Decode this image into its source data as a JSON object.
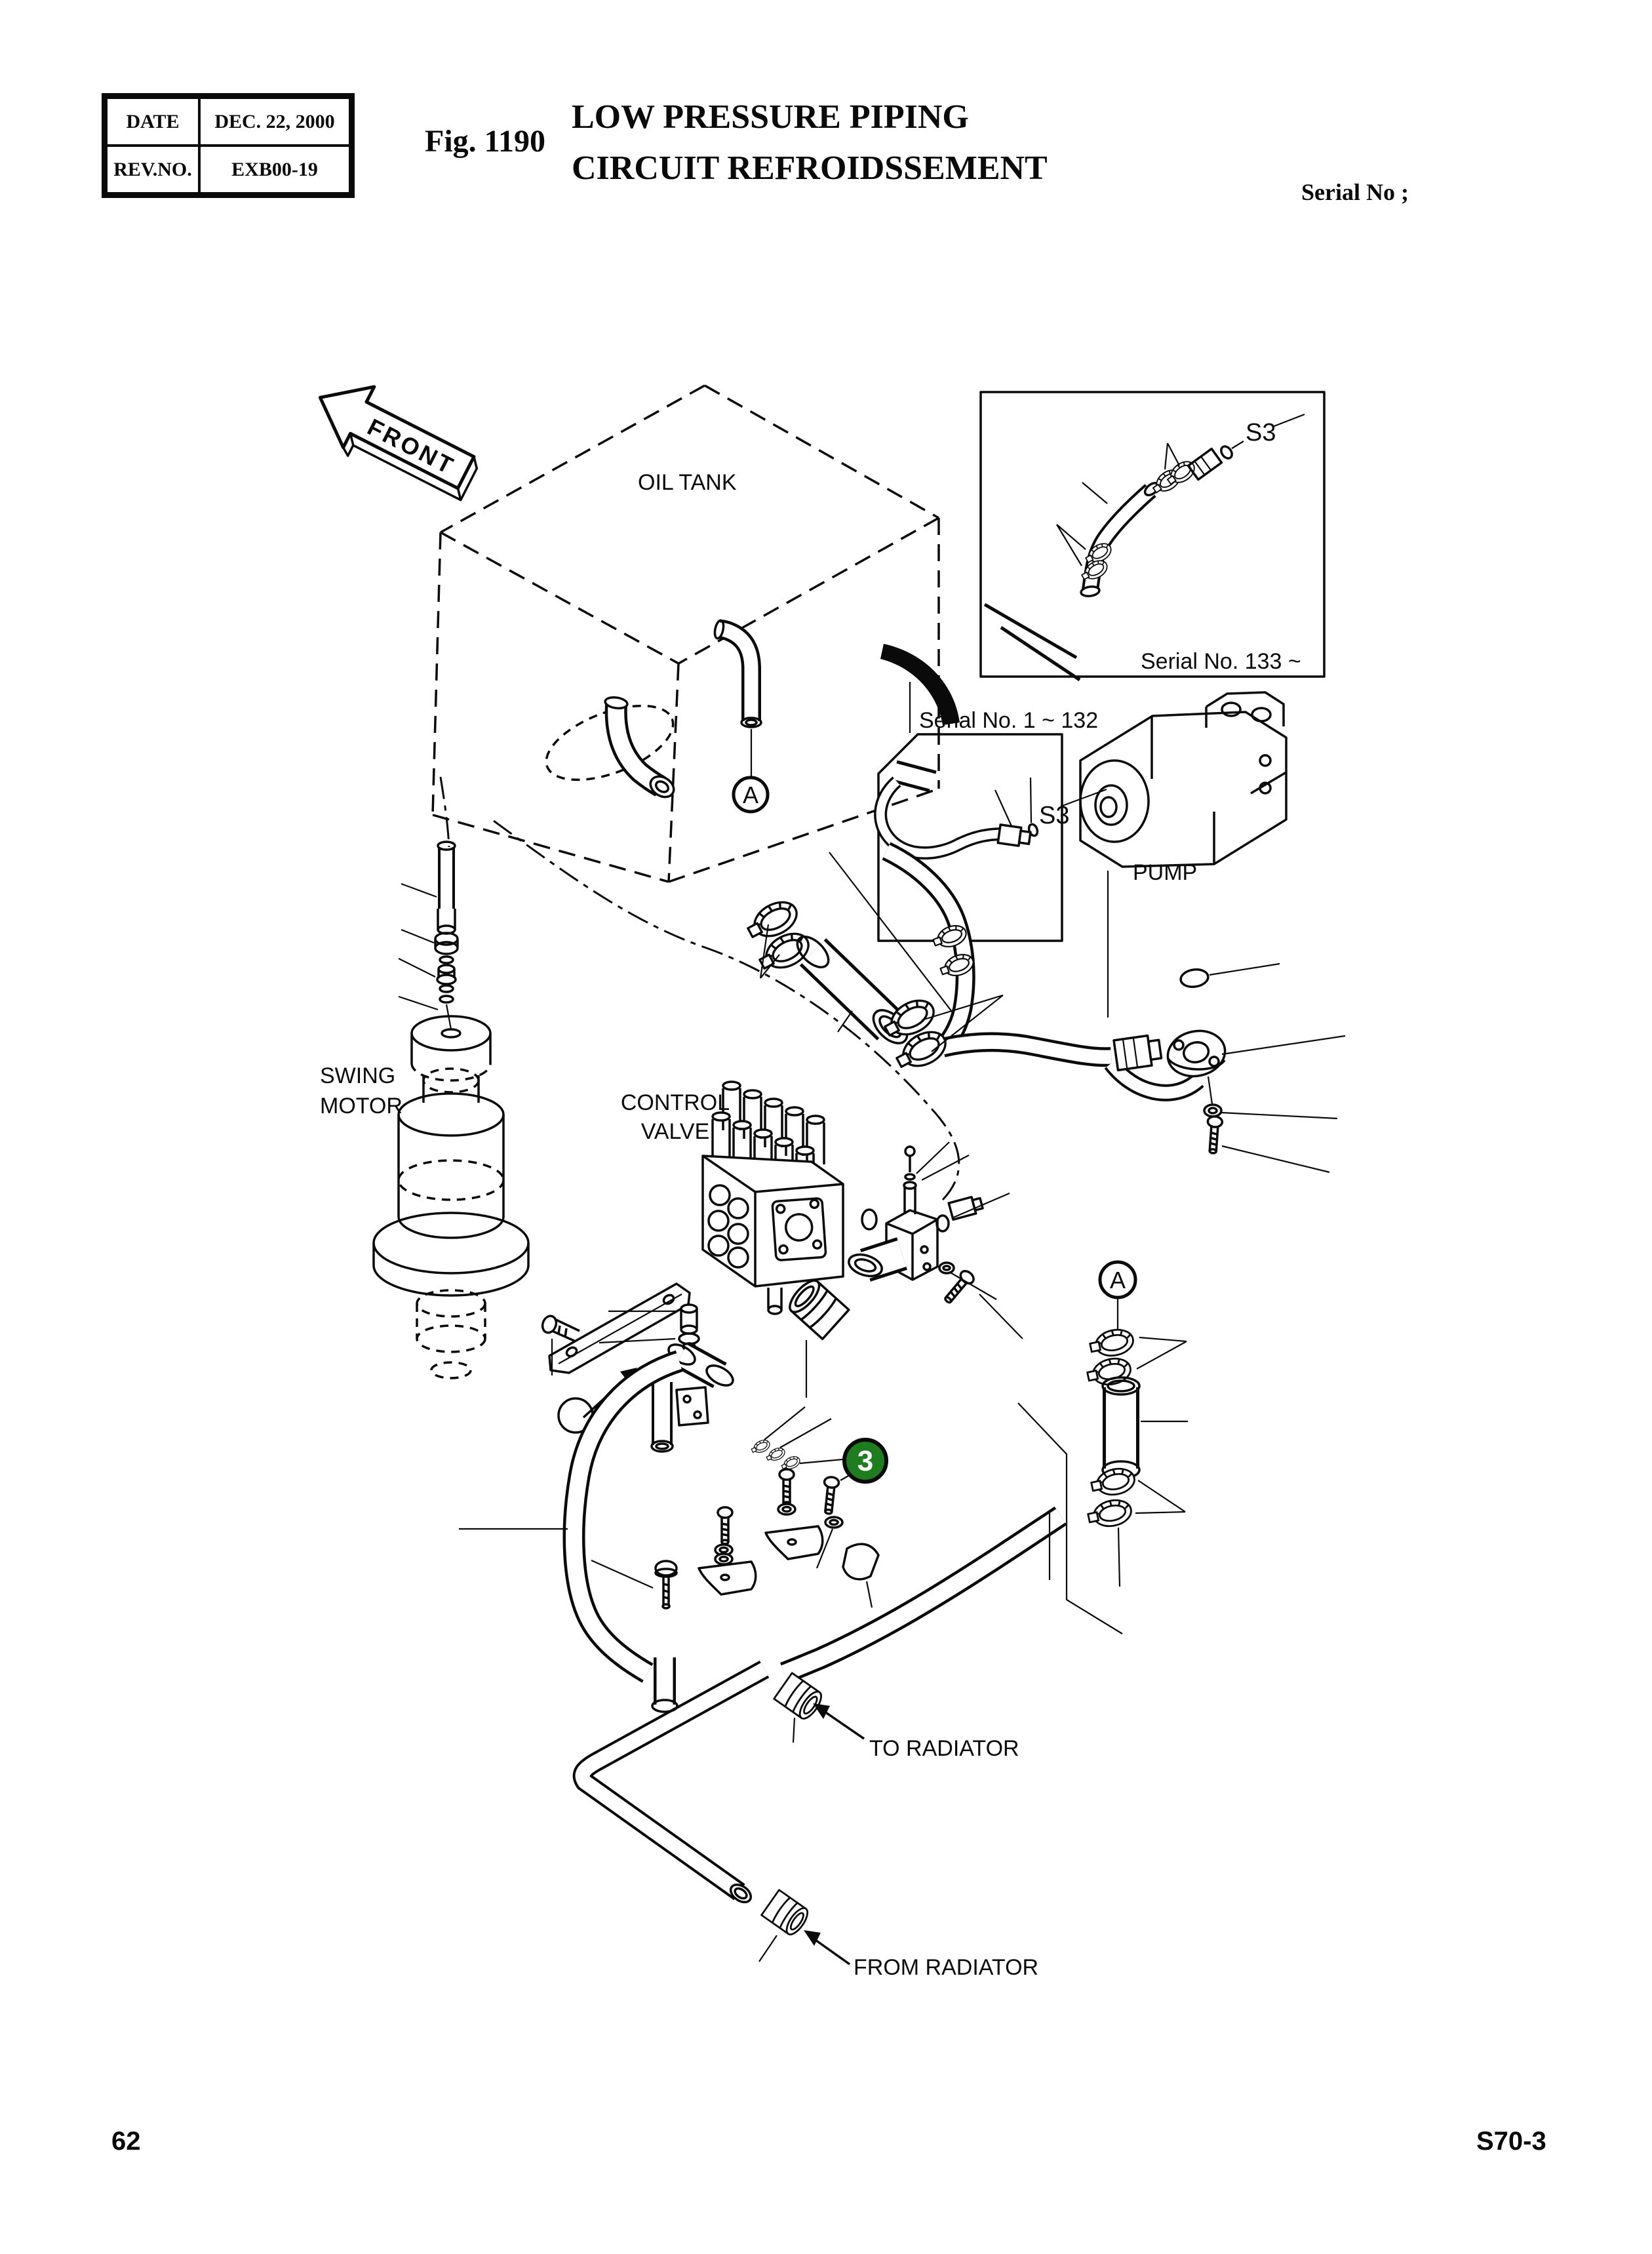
{
  "header": {
    "table": {
      "date_label": "DATE",
      "date_value": "DEC. 22, 2000",
      "rev_label": "REV.NO.",
      "rev_value": "EXB00-19"
    },
    "figure_label": "Fig. 1190",
    "title_line1": "LOW PRESSURE PIPING",
    "title_line2": "CIRCUIT REFROIDSSEMENT",
    "serial_note": "Serial No ;"
  },
  "diagram": {
    "front_arrow": "FRONT",
    "oil_tank": "OIL TANK",
    "pump": "PUMP",
    "control_valve_1": "CONTROL",
    "control_valve_2": "VALVE",
    "swing_motor_1": "SWING",
    "swing_motor_2": "MOTOR",
    "to_radiator": "TO RADIATOR",
    "from_radiator": "FROM RADIATOR",
    "insets": {
      "upper": {
        "s3": "S3",
        "caption": "Serial No. 133 ~"
      },
      "lower": {
        "s3": "S3",
        "caption": "Serial No. 1 ~ 132"
      }
    },
    "callouts": {
      "tank_port": "A",
      "hose_port": "A",
      "clamp_badge": "3"
    },
    "colors": {
      "badge_green": "#1e7d1e",
      "line": "#0a0a0a",
      "background": "#ffffff"
    }
  },
  "footer": {
    "page_number": "62",
    "doc_code": "S70-3"
  }
}
